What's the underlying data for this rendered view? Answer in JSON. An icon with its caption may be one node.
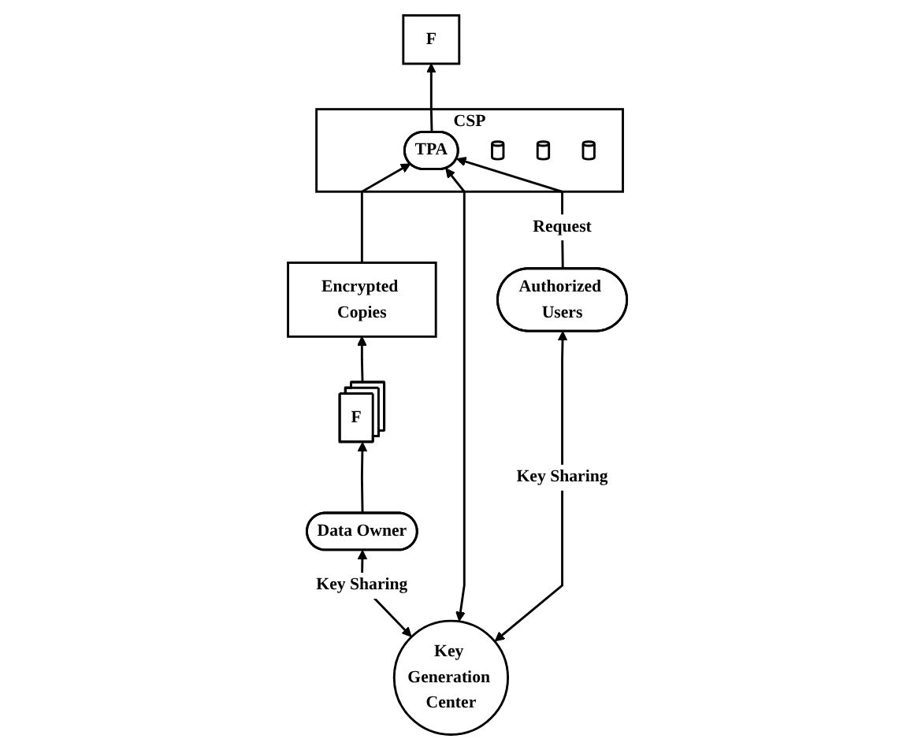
{
  "diagram": {
    "nodes": [
      {
        "text": [
          "CSP"
        ]
      },
      {
        "text": [
          "TPA"
        ],
        "in": 0
      },
      {
        "text": [],
        "shape": "cylinder",
        "in": 0
      },
      {
        "text": [],
        "shape": "cylinder",
        "in": 0
      },
      {
        "text": [],
        "shape": "cylinder",
        "in": 0
      },
      {
        "text": [
          "Data Owner"
        ]
      },
      {
        "text": [
          "F"
        ]
      },
      {
        "text": [
          "Encrypted Copies"
        ]
      },
      {
        "text": [
          "F"
        ]
      },
      {
        "text": [
          "Authorized Users"
        ]
      },
      {
        "text": [
          "Key Generation Center"
        ]
      }
    ],
    "edges": [
      {
        "from": 5,
        "to": 6,
        "arrow": "to"
      },
      {
        "from": 6,
        "to": 7,
        "arrow": "to"
      },
      {
        "from": 7,
        "to": 1,
        "arrow": "to"
      },
      {
        "from": 10,
        "to": 1,
        "arrow": "both"
      },
      {
        "from": 1,
        "to": 8,
        "arrow": "to"
      },
      {
        "from": 9,
        "to": 1,
        "arrow": "to",
        "label": "Request"
      },
      {
        "from": 10,
        "to": 5,
        "arrow": "both",
        "label": "Key Sharing"
      },
      {
        "from": 10,
        "to": 9,
        "arrow": "both",
        "label": "Key Sharing"
      }
    ]
  }
}
